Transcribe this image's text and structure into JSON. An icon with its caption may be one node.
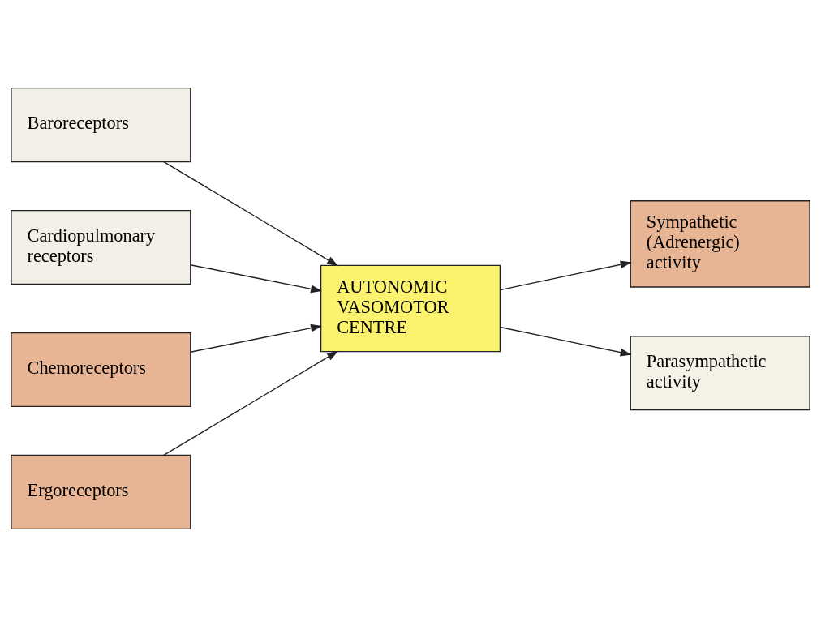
{
  "diagram": {
    "nodes": [
      {
        "text": [
          "Baroreceptors"
        ]
      },
      {
        "text": [
          "Cardiopulmonary receptors"
        ]
      },
      {
        "text": [
          "Chemoreceptors"
        ]
      },
      {
        "text": [
          "Ergoreceptors"
        ]
      },
      {
        "text": [
          "AUTONOMIC VASOMOTOR CENTRE"
        ]
      },
      {
        "text": [
          "Sympathetic (Adrenergic) activity"
        ]
      },
      {
        "text": [
          "Parasympathetic activity"
        ]
      }
    ],
    "edges": [
      {
        "from": 0,
        "to": 4,
        "arrow": "to"
      },
      {
        "from": 1,
        "to": 4,
        "arrow": "to"
      },
      {
        "from": 2,
        "to": 4,
        "arrow": "to"
      },
      {
        "from": 3,
        "to": 4,
        "arrow": "to"
      },
      {
        "from": 4,
        "to": 5,
        "arrow": "to"
      },
      {
        "from": 4,
        "to": 6,
        "arrow": "to"
      }
    ]
  }
}
